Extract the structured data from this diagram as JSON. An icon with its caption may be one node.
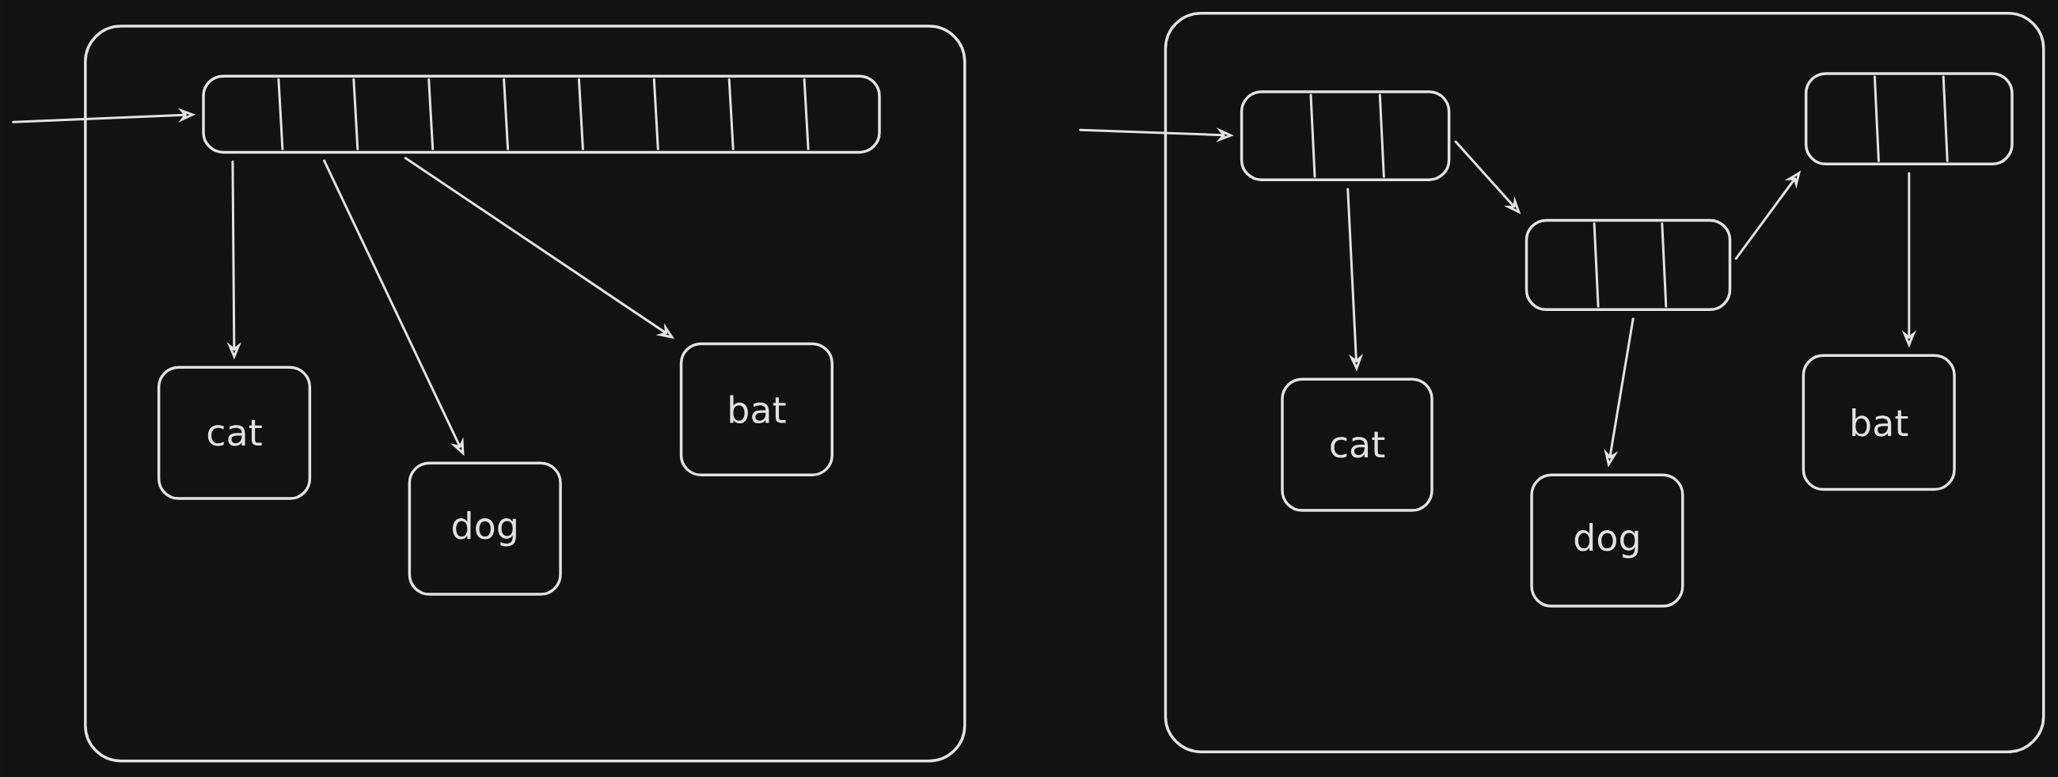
{
  "diagram": {
    "nodes": [
      {
        "text": [],
        "shape": "box"
      },
      {
        "text": [],
        "shape": "bar",
        "in": 0
      },
      {
        "text": [
          "cat"
        ],
        "in": 0
      },
      {
        "text": [
          "dog"
        ],
        "in": 0
      },
      {
        "text": [
          "bat"
        ],
        "in": 0
      },
      {
        "text": [],
        "shape": "box"
      },
      {
        "text": [],
        "shape": "bar",
        "in": 5
      },
      {
        "text": [],
        "shape": "bar",
        "in": 5
      },
      {
        "text": [],
        "shape": "bar",
        "in": 5
      },
      {
        "text": [
          "cat"
        ],
        "in": 5
      },
      {
        "text": [
          "dog"
        ],
        "in": 5
      },
      {
        "text": [
          "bat"
        ],
        "in": 5
      }
    ],
    "edges": [
      {
        "from": null,
        "to": 1,
        "arrow": "to"
      },
      {
        "from": 1,
        "to": 2,
        "arrow": "to"
      },
      {
        "from": 1,
        "to": 3,
        "arrow": "to"
      },
      {
        "from": 1,
        "to": 4,
        "arrow": "to"
      },
      {
        "from": null,
        "to": 6,
        "arrow": "to"
      },
      {
        "from": 6,
        "to": 9,
        "arrow": "to"
      },
      {
        "from": 6,
        "to": 7,
        "arrow": "to"
      },
      {
        "from": 7,
        "to": 10,
        "arrow": "to"
      },
      {
        "from": 7,
        "to": 8,
        "arrow": "to"
      },
      {
        "from": 8,
        "to": 11,
        "arrow": "to"
      }
    ]
  }
}
